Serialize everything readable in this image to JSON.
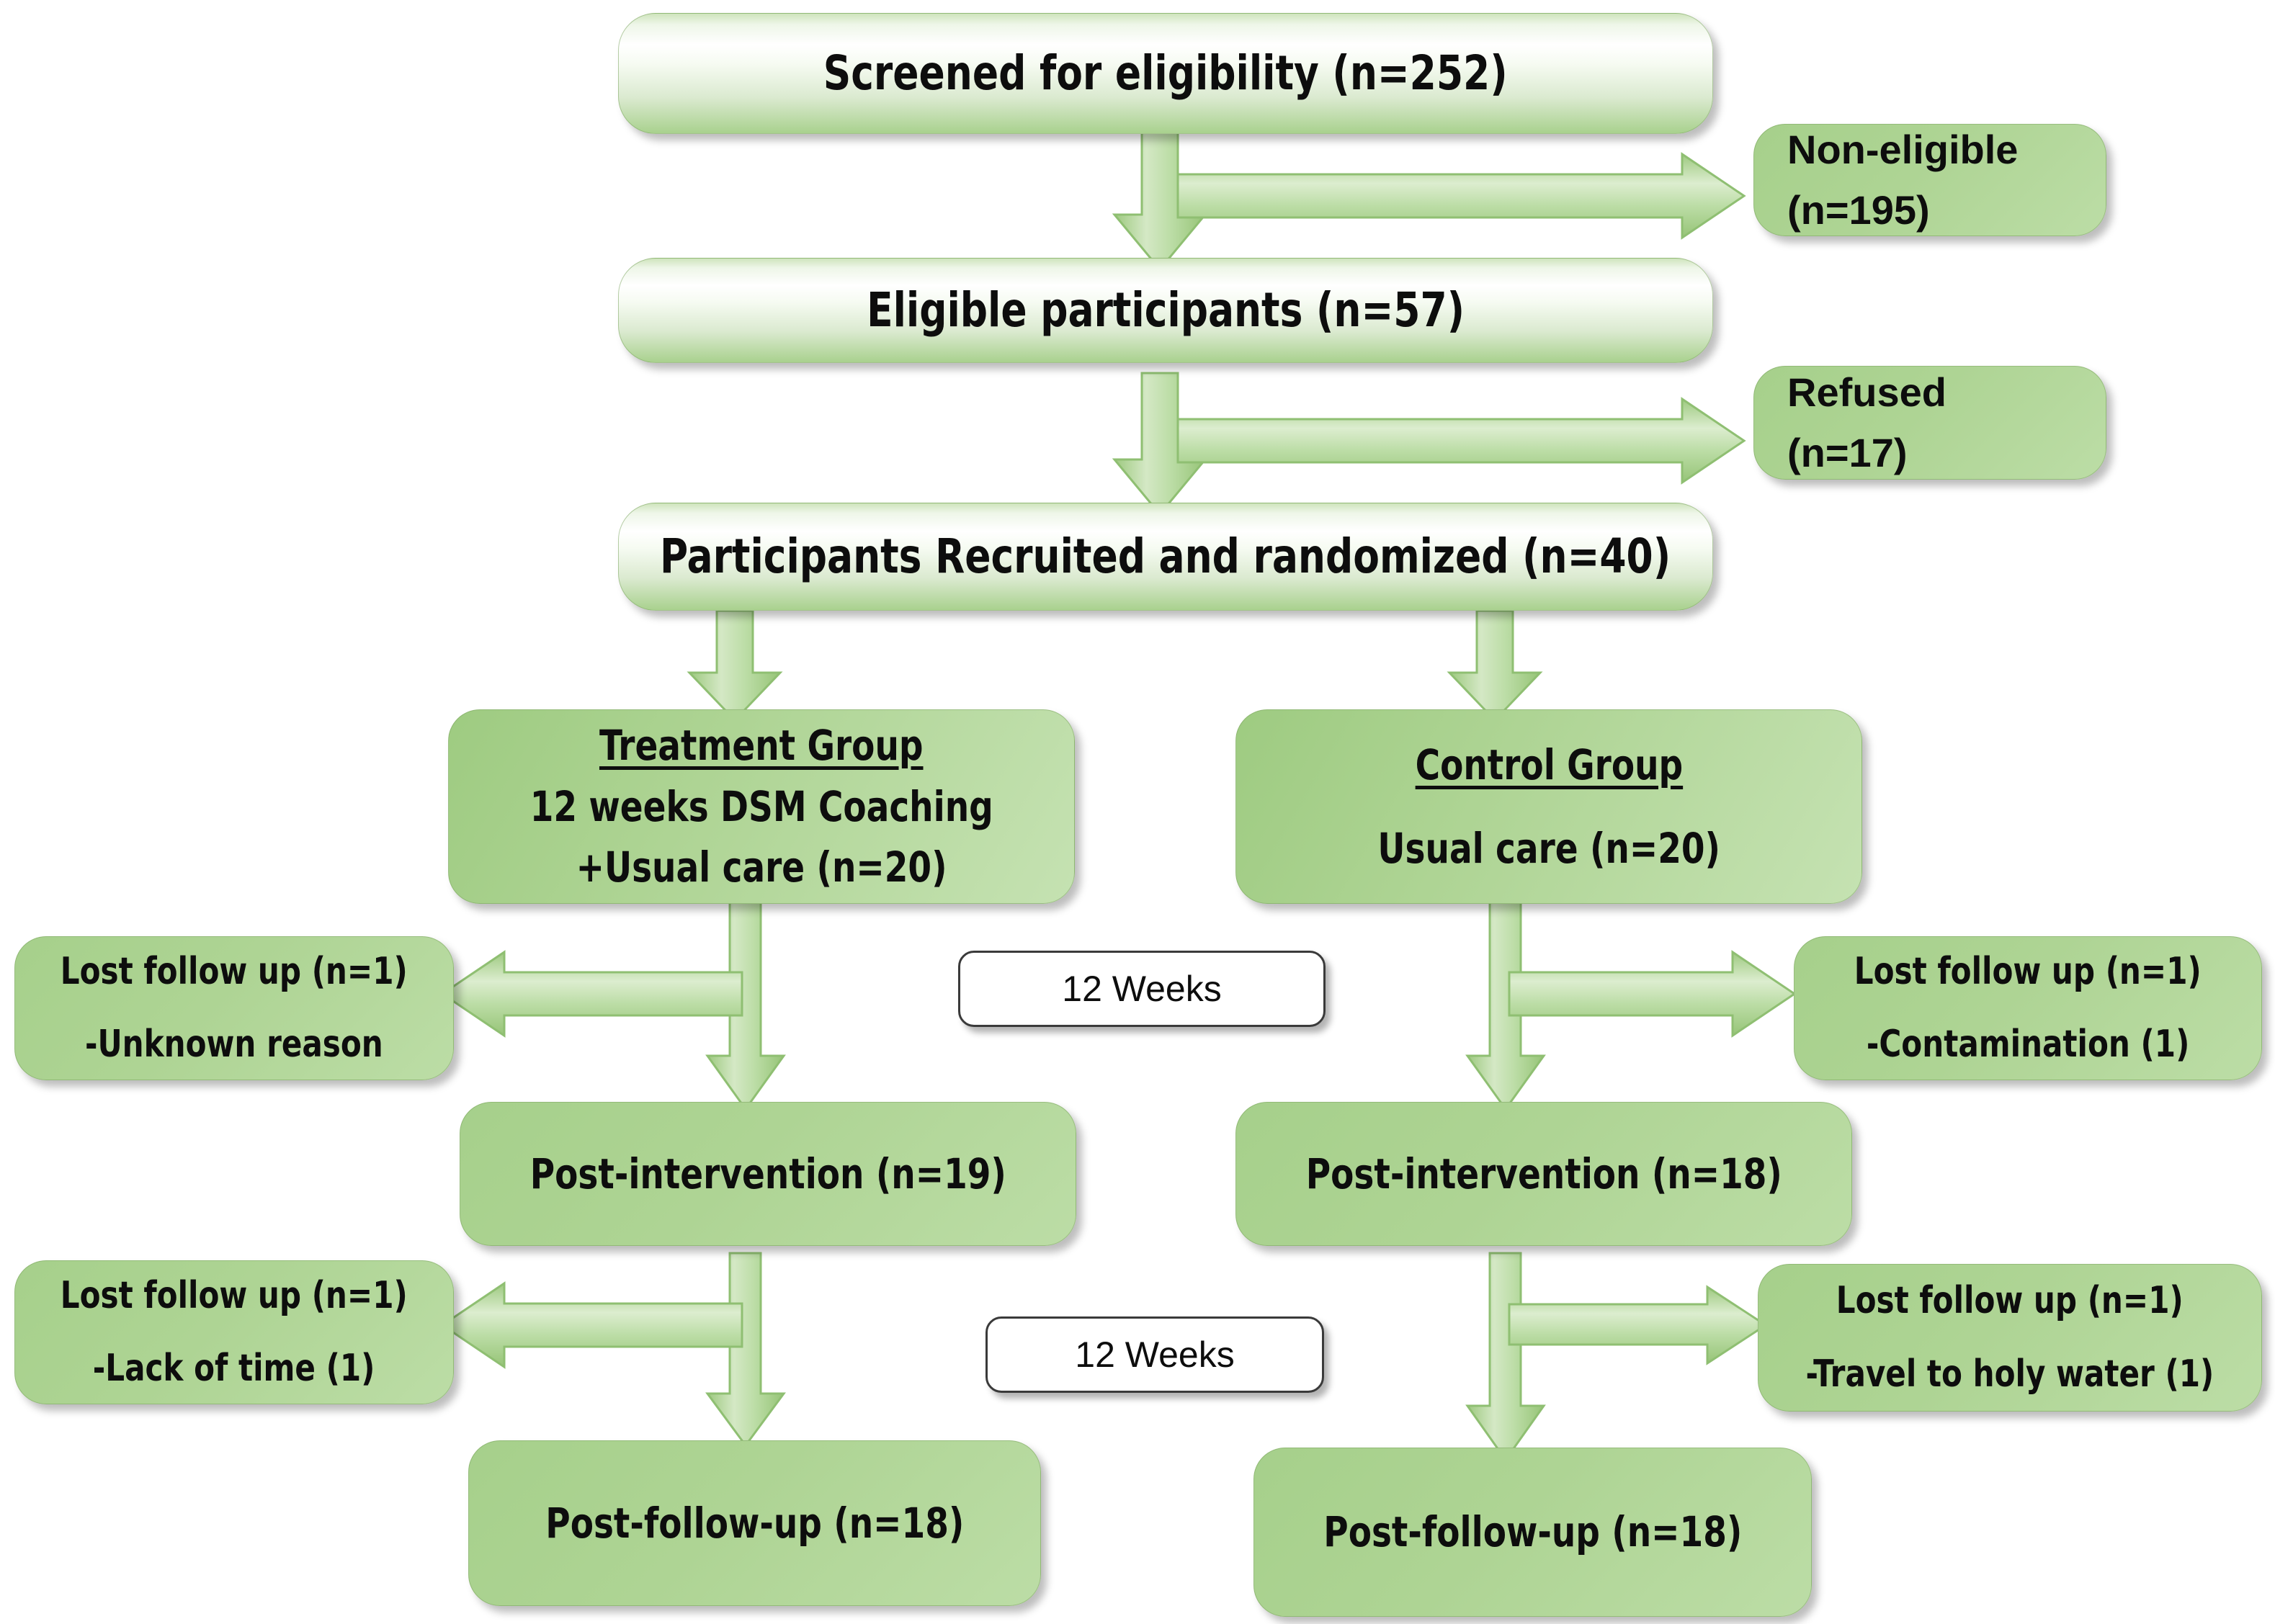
{
  "diagram": {
    "title": "CONSORT participant flow diagram",
    "colors": {
      "box_green": "#a9d18e",
      "box_green_light": "#c5e2b2",
      "arrow_green": "#bdd9a6",
      "arrow_outline": "#8fbf72",
      "text": "#0d0d0d",
      "plain_box_border": "#3a3a3a",
      "background": "#ffffff"
    },
    "nodes": {
      "screened": {
        "text": "Screened for eligibility (n=252)"
      },
      "non_eligible": {
        "line1": "Non-eligible",
        "line2": "(n=195)"
      },
      "eligible": {
        "text": "Eligible participants (n=57)"
      },
      "refused": {
        "line1": "Refused",
        "line2": "(n=17)"
      },
      "randomized": {
        "text": "Participants Recruited and randomized (n=40)"
      },
      "treatment_group": {
        "heading": "Treatment Group",
        "line1": "12 weeks DSM Coaching",
        "line2": "+Usual care (n=20)"
      },
      "control_group": {
        "heading": "Control Group",
        "line1": "Usual care (n=20)"
      },
      "lost_treat_1": {
        "line1": "Lost follow up (n=1)",
        "line2": "-Unknown reason"
      },
      "lost_ctrl_1": {
        "line1": "Lost follow up (n=1)",
        "line2": "-Contamination (1)"
      },
      "weeks_label_1": {
        "text": "12 Weeks"
      },
      "post_intervention_treat": {
        "text": "Post-intervention (n=19)"
      },
      "post_intervention_ctrl": {
        "text": "Post-intervention (n=18)"
      },
      "lost_treat_2": {
        "line1": "Lost follow up (n=1)",
        "line2": "-Lack of time (1)"
      },
      "lost_ctrl_2": {
        "line1": "Lost follow up (n=1)",
        "line2": "-Travel to holy water (1)"
      },
      "weeks_label_2": {
        "text": "12 Weeks"
      },
      "post_followup_treat": {
        "text": "Post-follow-up (n=18)"
      },
      "post_followup_ctrl": {
        "text": "Post-follow-up (n=18)"
      }
    },
    "edges": [
      {
        "from": "screened",
        "to": "eligible",
        "direction": "down"
      },
      {
        "from": "screened",
        "to": "non_eligible",
        "direction": "right"
      },
      {
        "from": "eligible",
        "to": "randomized",
        "direction": "down"
      },
      {
        "from": "eligible",
        "to": "refused",
        "direction": "right"
      },
      {
        "from": "randomized",
        "to": "treatment_group",
        "direction": "down"
      },
      {
        "from": "randomized",
        "to": "control_group",
        "direction": "down"
      },
      {
        "from": "treatment_group",
        "to": "post_intervention_treat",
        "direction": "down"
      },
      {
        "from": "treatment_group",
        "to": "lost_treat_1",
        "direction": "left"
      },
      {
        "from": "control_group",
        "to": "post_intervention_ctrl",
        "direction": "down"
      },
      {
        "from": "control_group",
        "to": "lost_ctrl_1",
        "direction": "right"
      },
      {
        "from": "post_intervention_treat",
        "to": "post_followup_treat",
        "direction": "down"
      },
      {
        "from": "post_intervention_treat",
        "to": "lost_treat_2",
        "direction": "left"
      },
      {
        "from": "post_intervention_ctrl",
        "to": "post_followup_ctrl",
        "direction": "down"
      },
      {
        "from": "post_intervention_ctrl",
        "to": "lost_ctrl_2",
        "direction": "right"
      }
    ]
  }
}
